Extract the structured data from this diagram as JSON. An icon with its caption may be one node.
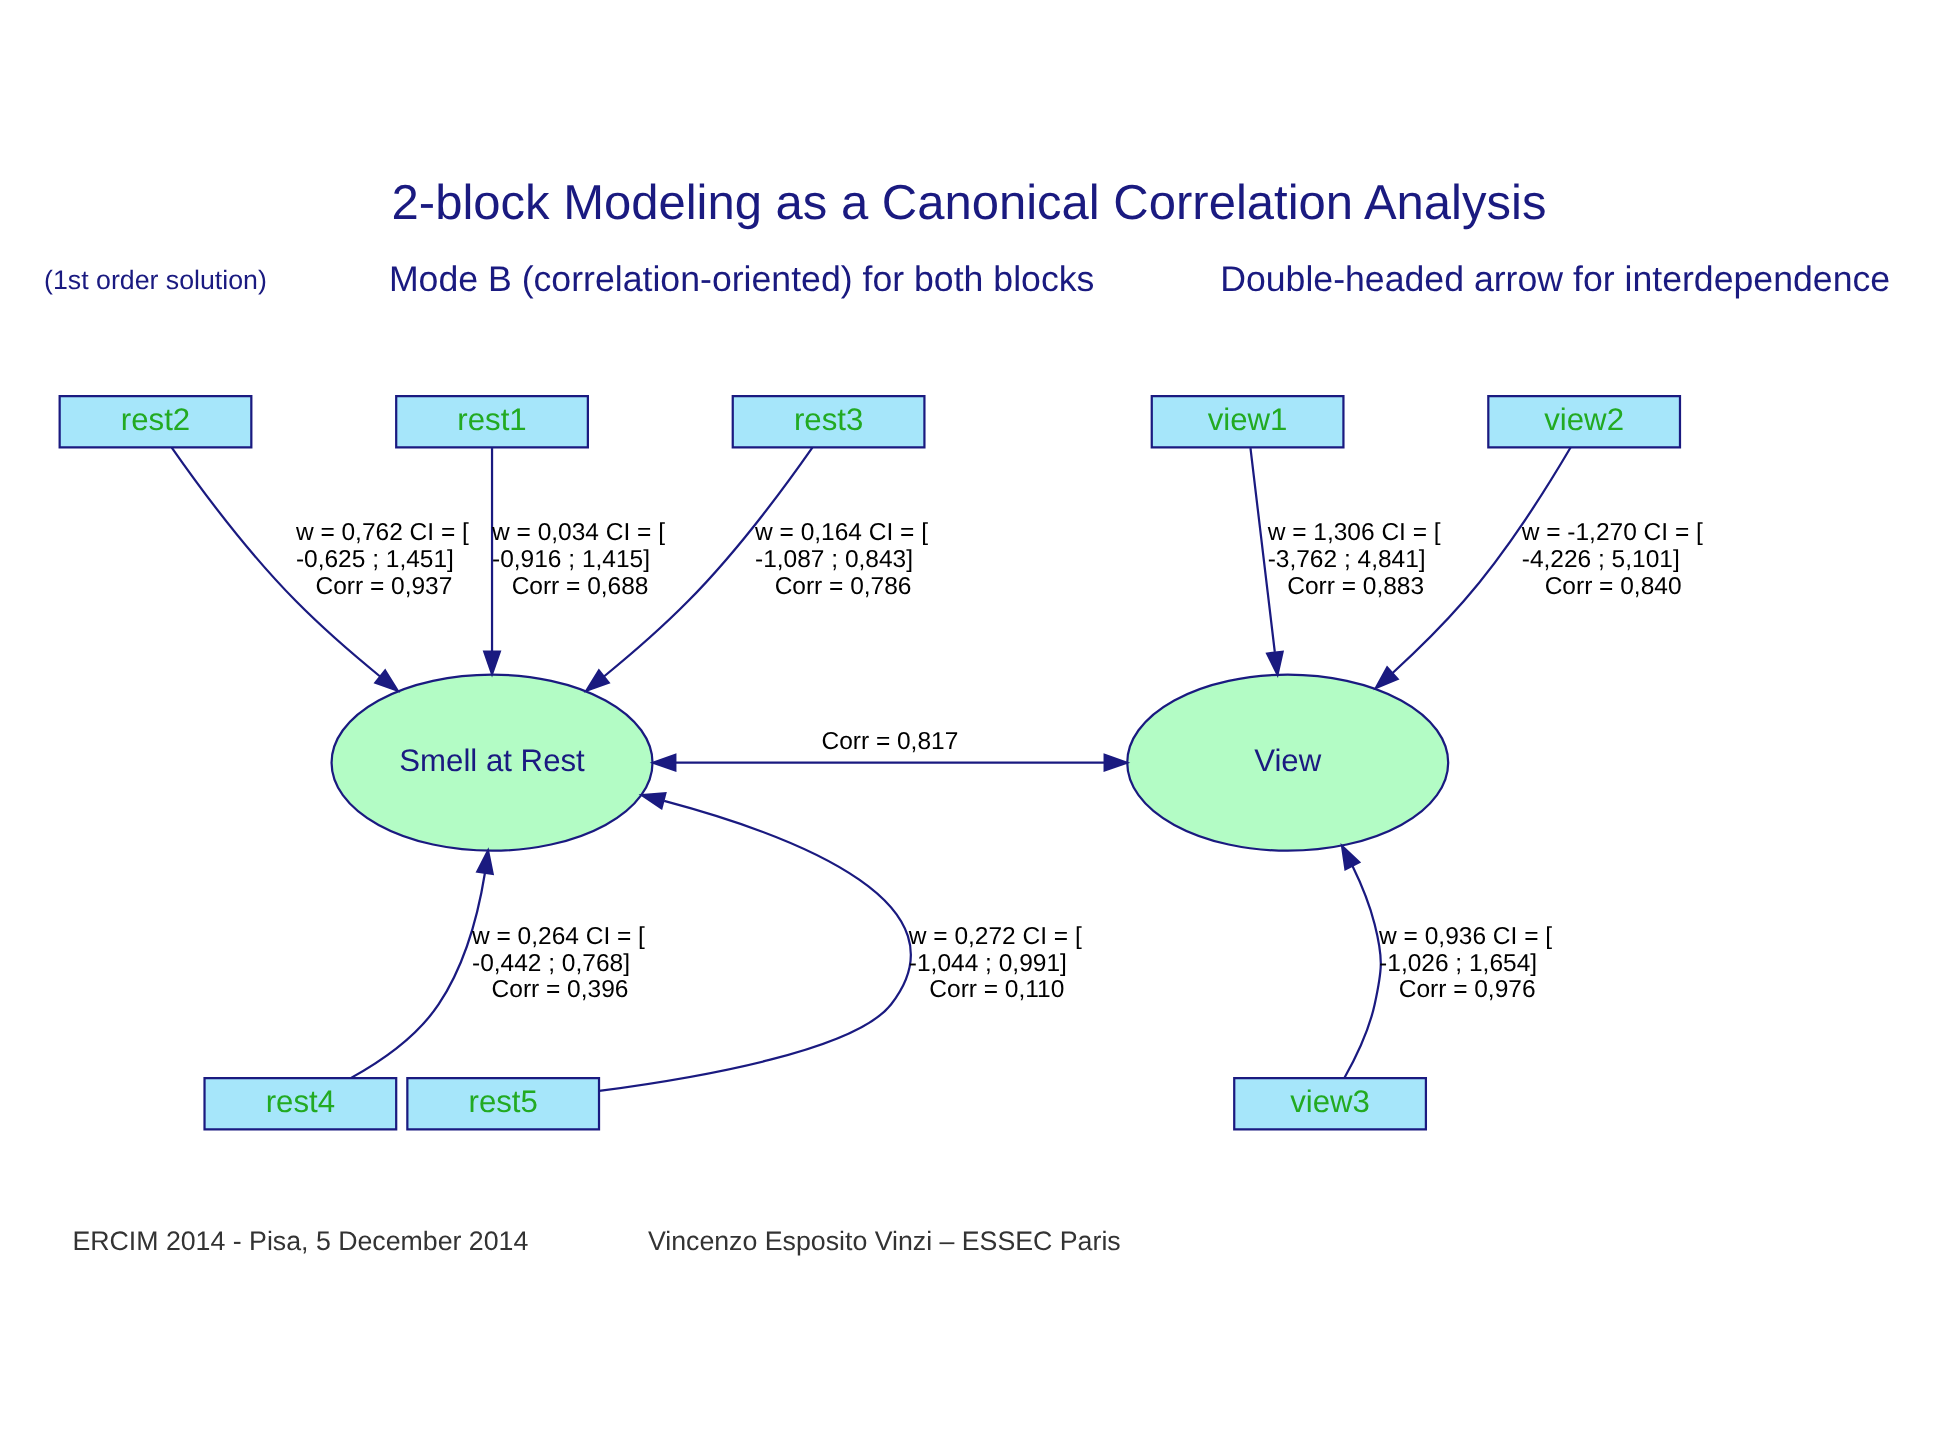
{
  "diagram": {
    "title": "2-block Modeling as a Canonical Correlation Analysis",
    "nodes": [
      {
        "text": [
          "rest2"
        ]
      },
      {
        "text": [
          "rest1"
        ]
      },
      {
        "text": [
          "rest3"
        ]
      },
      {
        "text": [
          "view1"
        ]
      },
      {
        "text": [
          "view2"
        ]
      },
      {
        "text": [
          "Smell at Rest"
        ]
      },
      {
        "text": [
          "View"
        ]
      },
      {
        "text": [
          "rest4"
        ]
      },
      {
        "text": [
          "rest5"
        ]
      },
      {
        "text": [
          "view3"
        ]
      }
    ],
    "edges": [
      {
        "from": 1,
        "to": 5,
        "arrow": "to",
        "label": "w = 0,034 CI = [ -0,916 ; 1,415] Corr = 0,688"
      },
      {
        "from": 0,
        "to": 5,
        "arrow": "to",
        "label": "w = 0,762 CI = [ -0,625 ; 1,451] Corr = 0,937"
      },
      {
        "from": 2,
        "to": 5,
        "arrow": "to",
        "label": "w = 0,164 CI = [ -1,087 ; 0,843] Corr = 0,786"
      },
      {
        "from": 3,
        "to": 6,
        "arrow": "to",
        "label": "w = 1,306 CI = [ -3,762 ; 4,841] Corr = 0,883"
      },
      {
        "from": 4,
        "to": 6,
        "arrow": "to",
        "label": "w = -1,270 CI = [ -4,226 ; 5,101] Corr = 0,840"
      },
      {
        "from": 5,
        "to": 6,
        "arrow": "both",
        "label": "Corr = 0,817"
      },
      {
        "from": 7,
        "to": 5,
        "arrow": "to",
        "label": "w = 0,264 CI = [ -0,442 ; 0,768] Corr = 0,396"
      },
      {
        "from": 8,
        "to": 5,
        "arrow": "to",
        "label": "w = 0,272 CI = [ -1,044 ; 0,991] Corr = 0,110"
      },
      {
        "from": 9,
        "to": 6,
        "arrow": "to",
        "label": "w = 0,936 CI = [ -1,026 ; 1,654] Corr = 0,976"
      }
    ],
    "labels": [
      "(1st order solution)",
      "Mode B (correlation-oriented) for both blocks",
      "Double-headed arrow for interdependence",
      "ERCIM 2014 - Pisa, 5 December 2014",
      "Vincenzo Esposito Vinzi – ESSEC Paris"
    ]
  }
}
